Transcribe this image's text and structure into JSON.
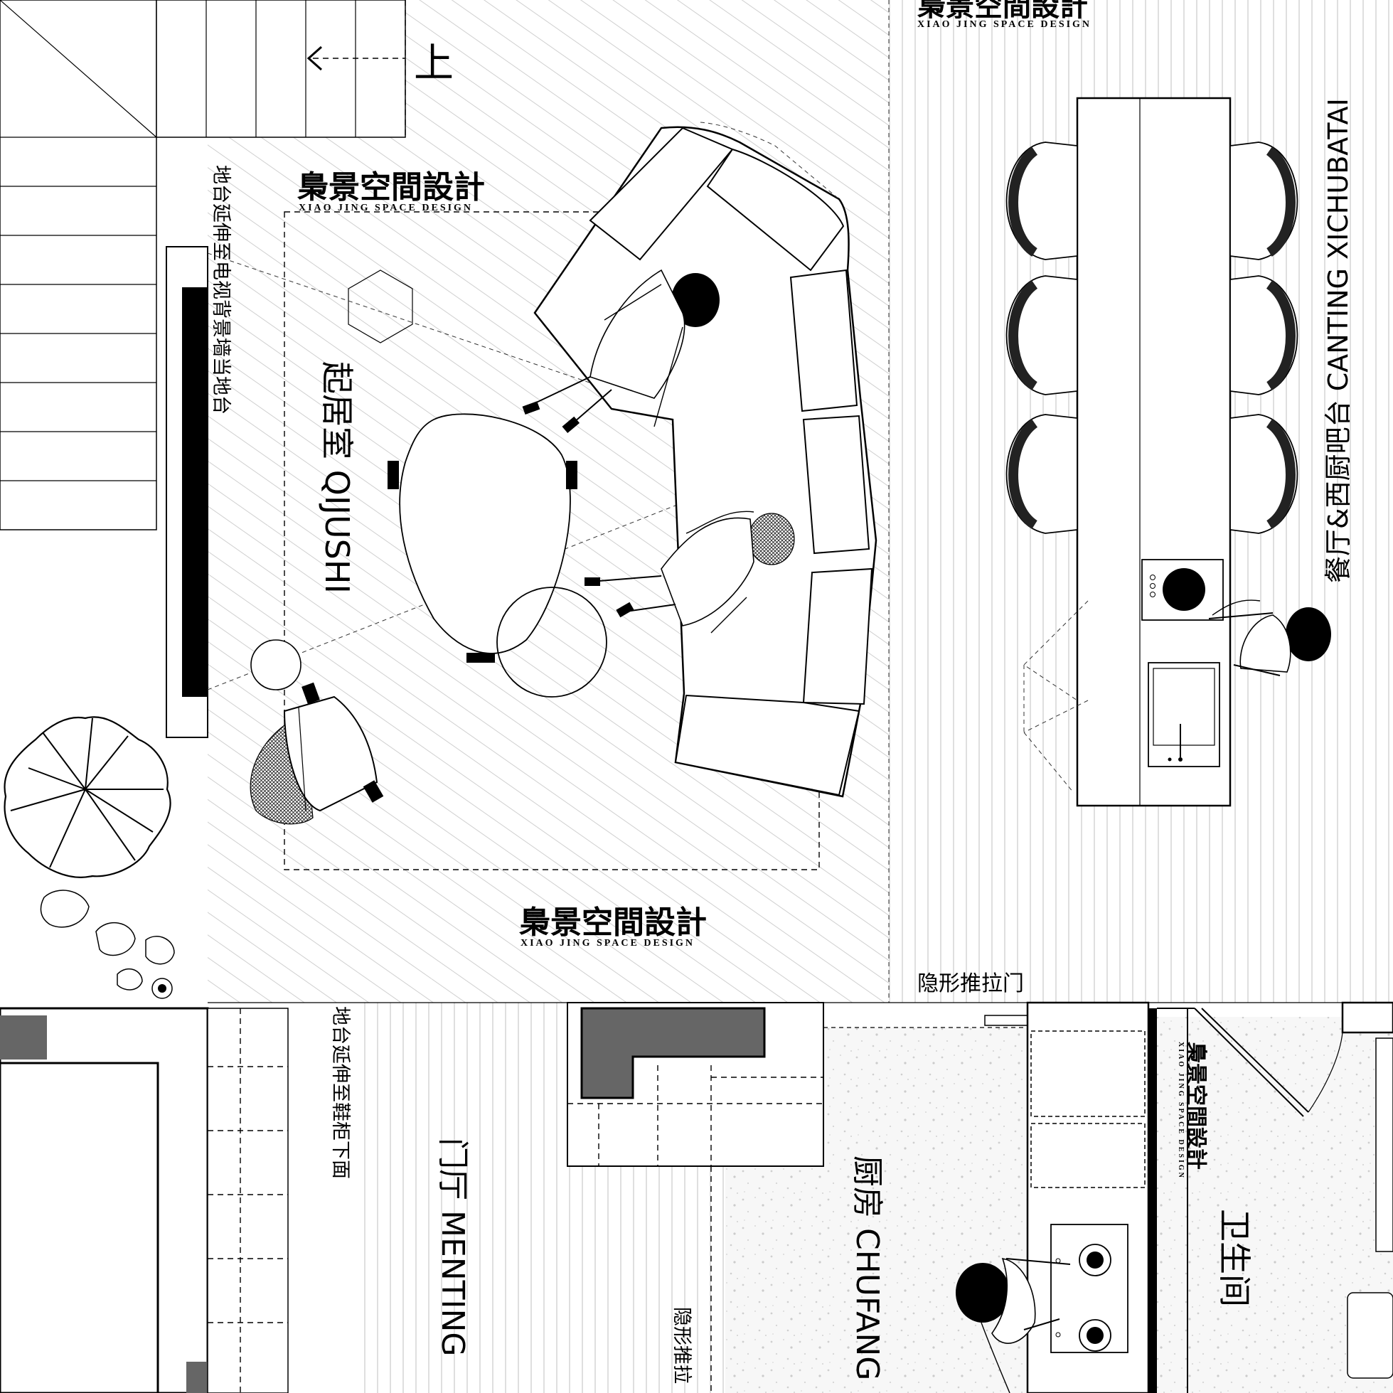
{
  "logo": {
    "cn": "梟景空間設計",
    "en": "XIAO JING SPACE DESIGN"
  },
  "stairs": {
    "arrow_label": "上"
  },
  "labels": {
    "tv_note": "地台延伸至电视背景墙当地台",
    "living_room": "起居室 QIJUSHI",
    "dining": "餐厅&西厨吧台 CANTING XICHUBATAI",
    "sliding_door_top": "隐形推拉门",
    "shoe_note": "地台延伸至鞋柜下面",
    "foyer": "门厅 MENTING",
    "sliding_door_bottom": "隐形推拉",
    "kitchen": "厨房 CHUFANG",
    "bathroom": "卫生间"
  },
  "colors": {
    "line": "#000000",
    "hatch": "#d9d9d9",
    "dark_fill": "#666666",
    "bg": "#ffffff"
  },
  "icons": [
    "tree-icon",
    "rock-icon",
    "person-icon",
    "sink-icon",
    "stove-icon",
    "washing-machine-icon"
  ]
}
